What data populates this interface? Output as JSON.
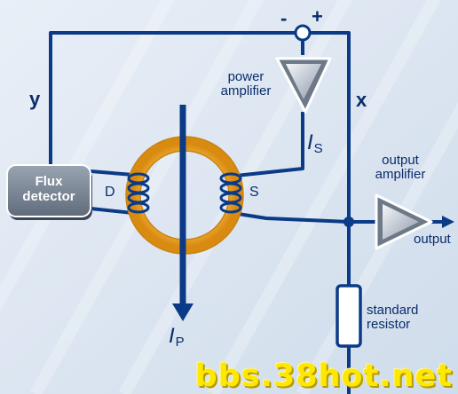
{
  "diagram": {
    "terminal_minus": "-",
    "terminal_plus": "+",
    "label_y": "y",
    "label_x": "x",
    "label_D": "D",
    "label_S": "S",
    "is_symbol": "I",
    "is_sub": "S",
    "ip_symbol": "I",
    "ip_sub": "P",
    "flux_detector_line1": "Flux",
    "flux_detector_line2": "detector",
    "power_amp_line1": "power",
    "power_amp_line2": "amplifier",
    "output_amp_line1": "output",
    "output_amp_line2": "amplifier",
    "output_label": "output",
    "resistor_line1": "standard",
    "resistor_line2": "resistor"
  },
  "watermark": "bbs.38hot.net",
  "colors": {
    "wire": "#0b3a86",
    "label": "#0b2d6b",
    "toroid": "#f0a020",
    "box": "#7b8797",
    "watermark": "#ffe800"
  }
}
